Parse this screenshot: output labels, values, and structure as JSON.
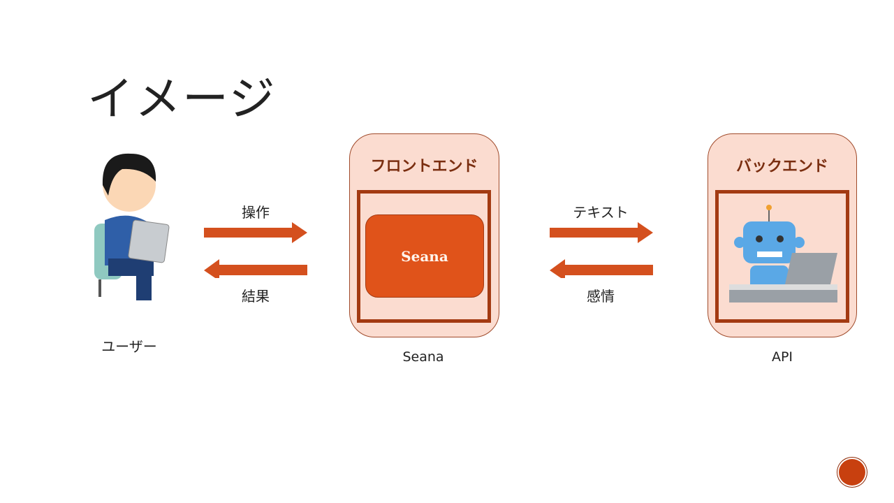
{
  "title": "イメージ",
  "user": {
    "label": "ユーザー"
  },
  "arrows": {
    "operation": "操作",
    "result": "結果",
    "text": "テキスト",
    "emotion": "感情"
  },
  "frontend": {
    "title": "フロントエンド",
    "inner": "Seana",
    "caption": "Seana"
  },
  "backend": {
    "title": "バックエンド",
    "caption": "API"
  },
  "colors": {
    "accent": "#e0531a",
    "card": "#fbdcd0",
    "border": "#a33a12"
  }
}
